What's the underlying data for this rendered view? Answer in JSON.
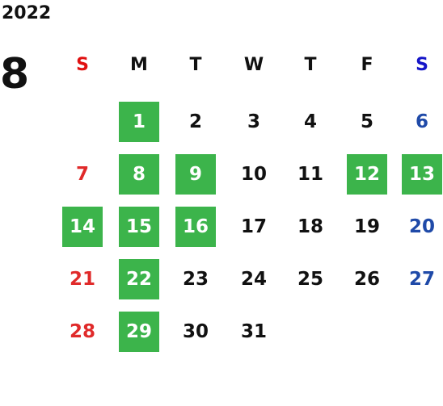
{
  "year": "2022",
  "month": "8",
  "weekdays": [
    {
      "label": "S",
      "color": "#e01010"
    },
    {
      "label": "M",
      "color": "#111111"
    },
    {
      "label": "T",
      "color": "#111111"
    },
    {
      "label": "W",
      "color": "#111111"
    },
    {
      "label": "T",
      "color": "#111111"
    },
    {
      "label": "F",
      "color": "#111111"
    },
    {
      "label": "S",
      "color": "#1515c8"
    }
  ],
  "colors": {
    "highlight": "#3cb44b",
    "sunday_date": "#e02a2a",
    "saturday_date": "#1f4aa8",
    "weekday_date": "#111111",
    "highlight_text": "#ffffff"
  },
  "weeks": [
    [
      null,
      {
        "day": "1",
        "hl": true
      },
      {
        "day": "2"
      },
      {
        "day": "3"
      },
      {
        "day": "4"
      },
      {
        "day": "5"
      },
      {
        "day": "6"
      }
    ],
    [
      {
        "day": "7"
      },
      {
        "day": "8",
        "hl": true
      },
      {
        "day": "9",
        "hl": true
      },
      {
        "day": "10"
      },
      {
        "day": "11"
      },
      {
        "day": "12",
        "hl": true
      },
      {
        "day": "13",
        "hl": true
      }
    ],
    [
      {
        "day": "14",
        "hl": true
      },
      {
        "day": "15",
        "hl": true
      },
      {
        "day": "16",
        "hl": true
      },
      {
        "day": "17"
      },
      {
        "day": "18"
      },
      {
        "day": "19"
      },
      {
        "day": "20"
      }
    ],
    [
      {
        "day": "21"
      },
      {
        "day": "22",
        "hl": true
      },
      {
        "day": "23"
      },
      {
        "day": "24"
      },
      {
        "day": "25"
      },
      {
        "day": "26"
      },
      {
        "day": "27"
      }
    ],
    [
      {
        "day": "28"
      },
      {
        "day": "29",
        "hl": true
      },
      {
        "day": "30"
      },
      {
        "day": "31"
      },
      null,
      null,
      null
    ]
  ]
}
